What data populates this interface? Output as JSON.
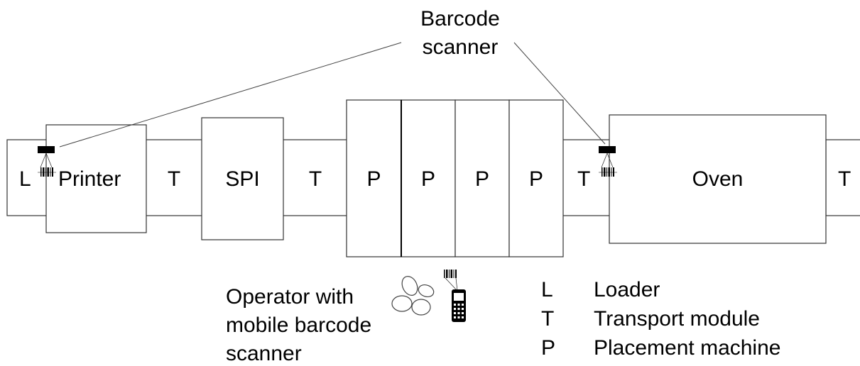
{
  "callout": {
    "line1": "Barcode",
    "line2": "scanner"
  },
  "modules": {
    "loader": "L",
    "printer": "Printer",
    "transport_1": "T",
    "spi": "SPI",
    "transport_2": "T",
    "placement_1": "P",
    "placement_2": "P",
    "placement_3": "P",
    "placement_4": "P",
    "transport_3": "T",
    "oven": "Oven",
    "transport_4": "T"
  },
  "operator": {
    "line1": "Operator with",
    "line2": "mobile barcode",
    "line3": "scanner"
  },
  "legend": [
    {
      "key": "L",
      "label": "Loader"
    },
    {
      "key": "T",
      "label": "Transport module"
    },
    {
      "key": "P",
      "label": "Placement machine"
    }
  ],
  "icons": [
    "barcode-scanner-icon",
    "operator-icon",
    "mobile-barcode-scanner-icon"
  ]
}
